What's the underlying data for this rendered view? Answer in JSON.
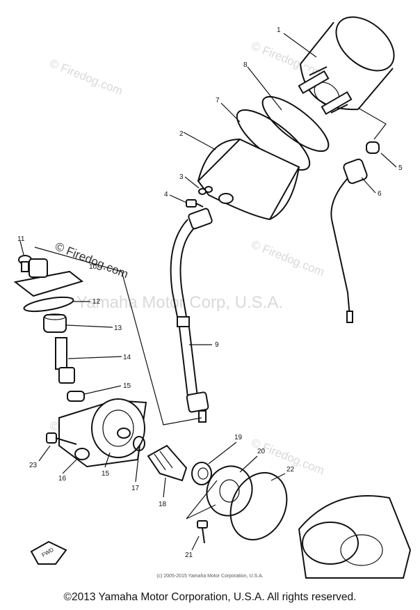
{
  "watermarks": {
    "site": "© Firedog.com",
    "corp": "Yamaha Motor Corp, U.S.A."
  },
  "callouts": [
    "1",
    "8",
    "7",
    "2",
    "3",
    "4",
    "5",
    "6",
    "9",
    "11",
    "10",
    "12",
    "13",
    "14",
    "15",
    "16",
    "15",
    "17",
    "18",
    "19",
    "20",
    "22",
    "21",
    "23"
  ],
  "credit_line": "(c) 2005-2015 Yamaha Motor Corporation, U.S.A.",
  "copyright": "©2013 Yamaha Motor Corporation, U.S.A. All rights reserved.",
  "front_label": "FWD"
}
